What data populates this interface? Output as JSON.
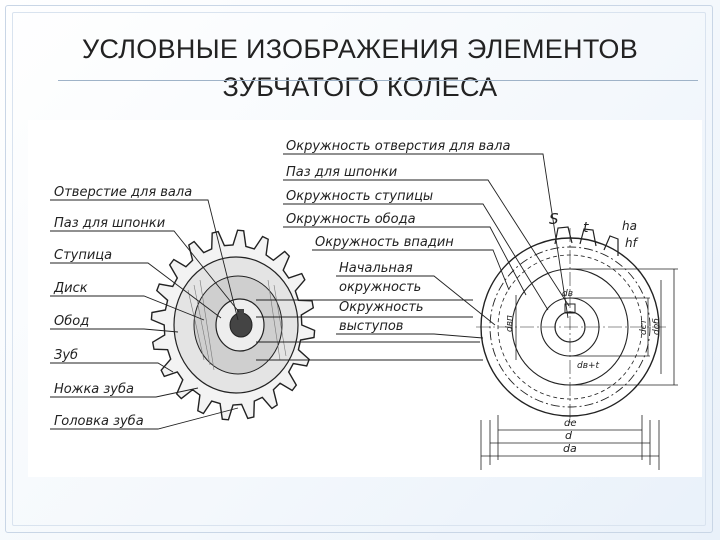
{
  "slide": {
    "title_line1": "УСЛОВНЫЕ ИЗОБРАЖЕНИЯ ЭЛЕМЕНТОВ",
    "title_line2": "ЗУБЧАТОГО КОЛЕСА"
  },
  "left_labels": [
    "Отверстие для вала",
    "Паз для шпонки",
    "Ступица",
    "Диск",
    "Обод",
    "Зуб",
    "Ножка зуба",
    "Головка зуба"
  ],
  "right_labels": [
    "Окружность отверстия для вала",
    "Паз для шпонки",
    "Окружность ступицы",
    "Окружность обода",
    "Окружность впадин",
    "Начальная",
    "окружность",
    "Окружность",
    "выступов"
  ],
  "dims": {
    "s": "S",
    "t": "t",
    "ha": "hа",
    "hf": "hf",
    "de": "de",
    "d": "d",
    "da": "dа",
    "dst": "dст",
    "dob": "dоб",
    "dvp": "dвп",
    "dv": "dв",
    "dvt": "dв+t"
  },
  "colors": {
    "ink": "#222222",
    "hatch": "#555555",
    "accent_rule": "#9fb3c8"
  }
}
